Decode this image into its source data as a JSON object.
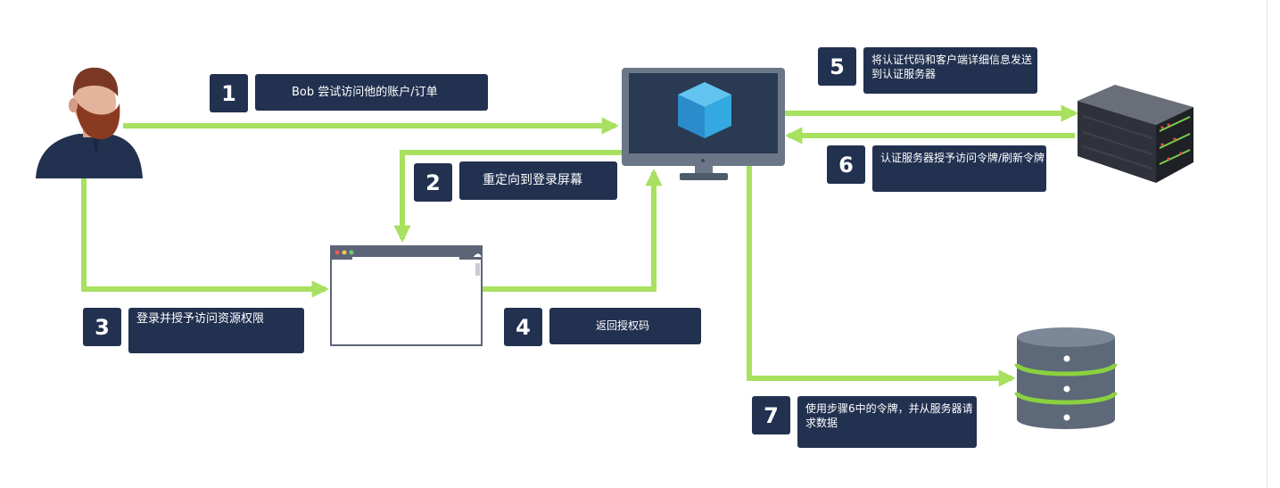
{
  "steps": [
    {
      "num": "1",
      "text": "Bob 尝试访问他的账户/订单"
    },
    {
      "num": "2",
      "text": "重定向到登录屏幕"
    },
    {
      "num": "3",
      "text": "登录并授予访问资源权限"
    },
    {
      "num": "4",
      "text": "返回授权码"
    },
    {
      "num": "5",
      "text": "将认证代码和客户端详细信息发送到认证服务器"
    },
    {
      "num": "6",
      "text": "认证服务器授予访问令牌/刷新令牌"
    },
    {
      "num": "7",
      "text": "使用步骤6中的令牌，并从服务器请求数据"
    }
  ],
  "colors": {
    "arrow": "#a8e05f",
    "badge": "#223150",
    "monitor_frame": "#6b7787",
    "cube": "#34a8e0"
  },
  "icons": [
    "user-icon",
    "monitor-cube-icon",
    "browser-window-icon",
    "server-rack-icon",
    "database-icon"
  ]
}
